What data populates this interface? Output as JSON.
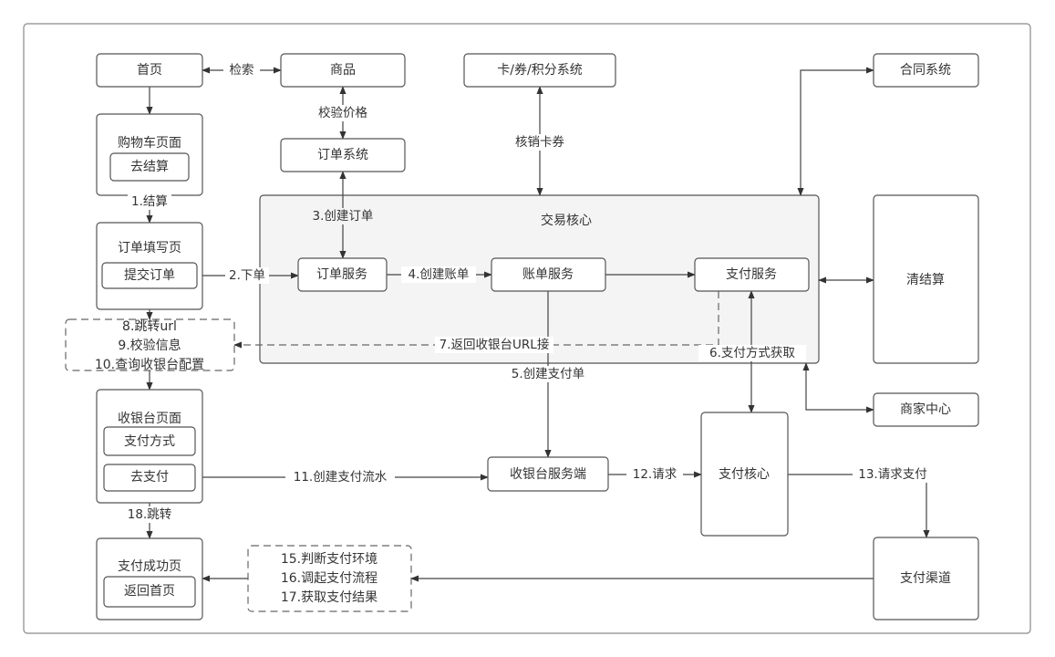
{
  "title": "交易系统流程图",
  "nodes": {
    "home": {
      "label": "首页"
    },
    "product": {
      "label": "商品"
    },
    "coupon_system": {
      "label": "卡/券/积分系统"
    },
    "contract_system": {
      "label": "合同系统"
    },
    "cart_page": {
      "label": "购物车页面",
      "button": "去结算"
    },
    "order_system": {
      "label": "订单系统"
    },
    "trade_core": {
      "label": "交易核心"
    },
    "order_fill_page": {
      "label": "订单填写页",
      "button": "提交订单"
    },
    "order_service": {
      "label": "订单服务"
    },
    "bill_service": {
      "label": "账单服务"
    },
    "payment_service": {
      "label": "支付服务"
    },
    "settlement": {
      "label": "清结算"
    },
    "redirect_box": {
      "lines": [
        "8.跳转url",
        "9.校验信息",
        "10.查询收银台配置"
      ]
    },
    "cashier_page": {
      "label": "收银台页面",
      "buttons": [
        "支付方式",
        "去支付"
      ]
    },
    "cashier_server": {
      "label": "收银台服务端"
    },
    "payment_core": {
      "label": "支付核心"
    },
    "merchant_center": {
      "label": "商家中心"
    },
    "success_page": {
      "label": "支付成功页",
      "button": "返回首页"
    },
    "pay_env_box": {
      "lines": [
        "15.判断支付环境",
        "16.调起支付流程",
        "17.获取支付结果"
      ]
    },
    "payment_channel": {
      "label": "支付渠道"
    }
  },
  "edges": {
    "search": "检索",
    "verify_price": "校验价格",
    "writeoff_coupon": "核销卡券",
    "step1": "1.结算",
    "step2": "2.下单",
    "step3": "3.创建订单",
    "step4": "4.创建账单",
    "step5": "5.创建支付单",
    "step6": "6.支付方式获取",
    "step7": "7.返回收银台URL接",
    "step11": "11.创建支付流水",
    "step12": "12.请求",
    "step13": "13.请求支付",
    "step18": "18.跳转"
  }
}
